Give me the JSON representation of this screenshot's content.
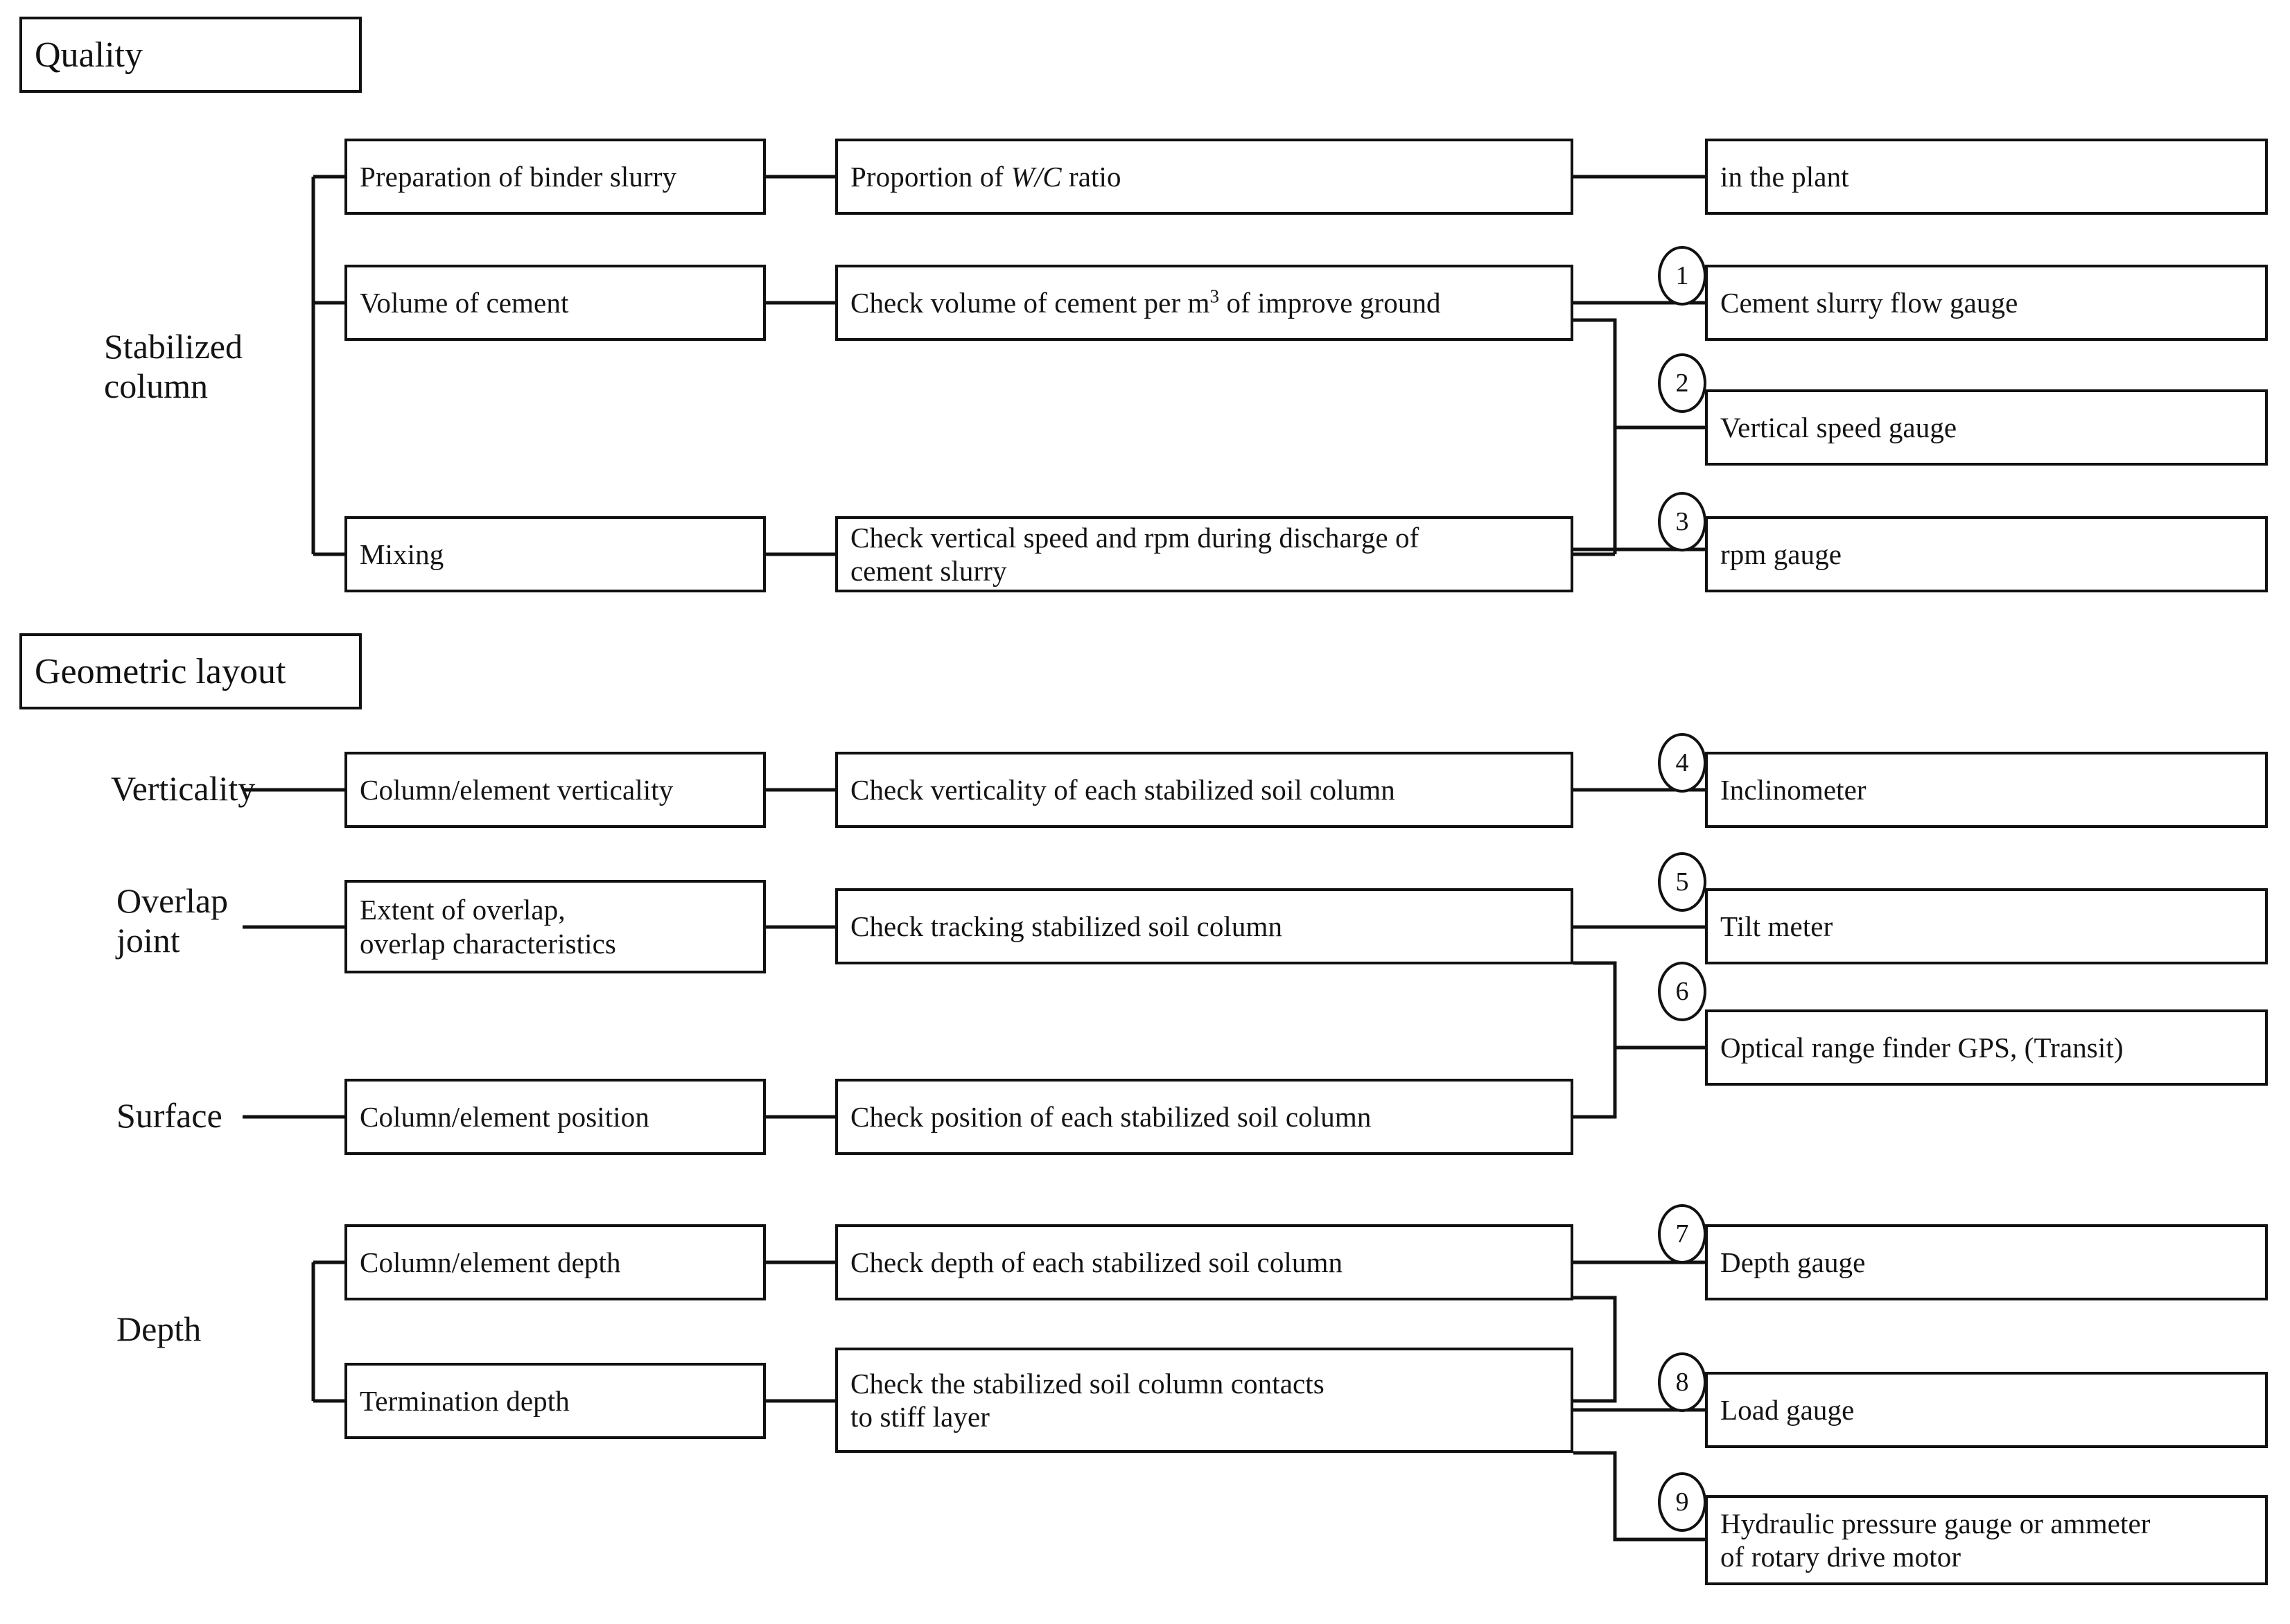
{
  "sections": [
    {
      "id": "quality",
      "title": "Quality"
    },
    {
      "id": "geometric",
      "title": "Geometric layout"
    }
  ],
  "group_labels": {
    "stabilized_column": "Stabilized\ncolumn",
    "stabilized_column_l1": "Stabilized",
    "stabilized_column_l2": "column",
    "verticality": "Verticality",
    "overlap_joint_l1": "Overlap",
    "overlap_joint_l2": "joint",
    "surface": "Surface",
    "depth": "Depth"
  },
  "quality_rows": [
    {
      "item": "Preparation of binder slurry",
      "check_pre": "Proportion of ",
      "check_italic": "W/C",
      "check_post": " ratio",
      "instrument": "in the plant",
      "marker": ""
    },
    {
      "item": "Volume of cement",
      "check_pre": "Check volume of cement per m",
      "check_sup": "3",
      "check_post": " of improve ground",
      "instrument": "Cement slurry flow gauge",
      "marker": "1"
    },
    {
      "item": "",
      "check": "",
      "instrument": "Vertical speed gauge",
      "marker": "2"
    },
    {
      "item": "Mixing",
      "check_l1": "Check vertical speed and rpm during discharge of",
      "check_l2": "cement slurry",
      "instrument": "rpm gauge",
      "marker": "3"
    }
  ],
  "geometric_rows": [
    {
      "group": "Verticality",
      "item": "Column/element verticality",
      "check": "Check verticality of each stabilized soil column",
      "instrument": "Inclinometer",
      "marker": "4"
    },
    {
      "group": "Overlap joint",
      "item_l1": "Extent of overlap,",
      "item_l2": "overlap characteristics",
      "check": "Check tracking stabilized soil column",
      "instrument": "Tilt meter",
      "marker": "5"
    },
    {
      "group": "",
      "item": "",
      "check": "",
      "instrument": "Optical range finder GPS,  (Transit)",
      "marker": "6"
    },
    {
      "group": "Surface",
      "item": "Column/element position",
      "check": "Check position of each stabilized soil column",
      "instrument": "",
      "marker": ""
    },
    {
      "group": "Depth",
      "item": "Column/element depth",
      "check": "Check depth of each stabilized soil column",
      "instrument": "Depth gauge",
      "marker": "7"
    },
    {
      "group": "",
      "item": "Termination depth",
      "check_l1": "Check the stabilized soil column contacts",
      "check_l2": "to stiff layer",
      "instrument": "Load gauge",
      "marker": "8"
    },
    {
      "group": "",
      "item": "",
      "check": "",
      "instrument_l1": "Hydraulic pressure gauge or ammeter",
      "instrument_l2": "of rotary drive motor",
      "marker": "9"
    }
  ],
  "colors": {
    "line": "#111111",
    "text": "#141414",
    "background": "#ffffff"
  }
}
